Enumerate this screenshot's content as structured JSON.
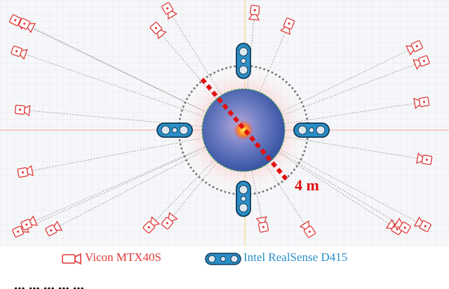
{
  "figure": {
    "distance_label": "4 m",
    "colors": {
      "vicon": "#e03a3a",
      "realsense": "#2a8fc6",
      "distance": "#e01010",
      "sphere": "#3a57a8",
      "axis": "#f2a0a0",
      "axis_v": "#f4d67a"
    }
  },
  "legend": {
    "vicon_label": "Vicon MTX40S",
    "realsense_label": "Intel RealSense D415",
    "vicon_icon": "vicon-camera-icon",
    "realsense_icon": "realsense-camera-icon"
  },
  "caption": {
    "partial_text": "... ... ... ... ..."
  }
}
